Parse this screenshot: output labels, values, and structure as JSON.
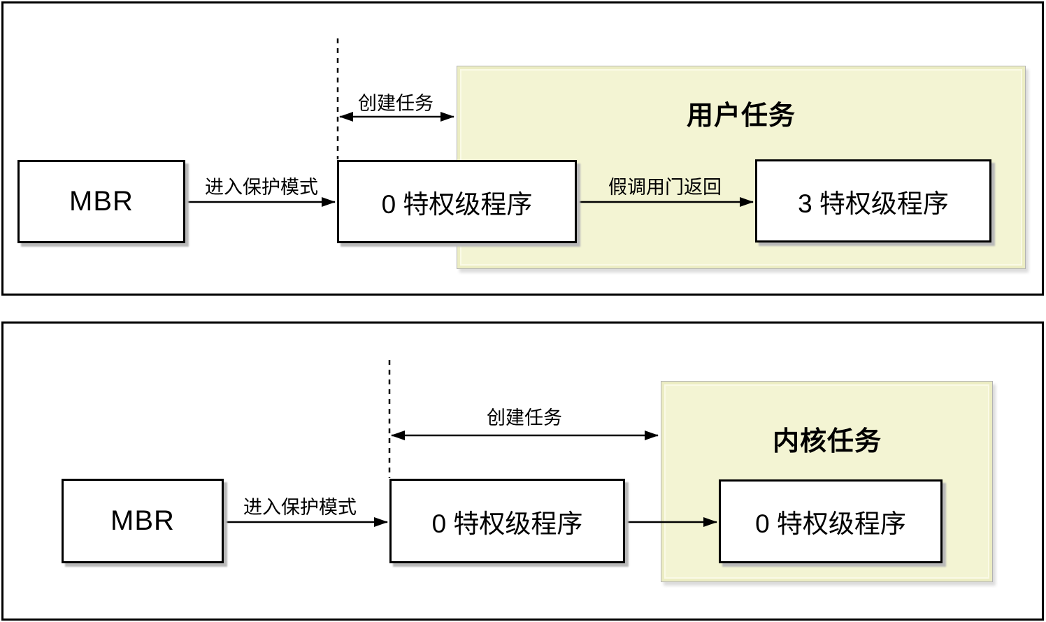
{
  "diagram": {
    "top": {
      "region_title": "用户任务",
      "mbr": "MBR",
      "ring0": "0 特权级程序",
      "ring3": "3 特权级程序",
      "label_enter_protected": "进入保护模式",
      "label_create_task": "创建任务",
      "label_fake_gate_return": "假调用门返回"
    },
    "bottom": {
      "region_title": "内核任务",
      "mbr": "MBR",
      "ring0": "0 特权级程序",
      "ring0_kernel": "0 特权级程序",
      "label_enter_protected": "进入保护模式",
      "label_create_task": "创建任务"
    },
    "colors": {
      "region_fill": "#f3f4d3",
      "region_border": "#b3b3b3",
      "node_fill": "#ffffff",
      "line": "#000000"
    }
  }
}
